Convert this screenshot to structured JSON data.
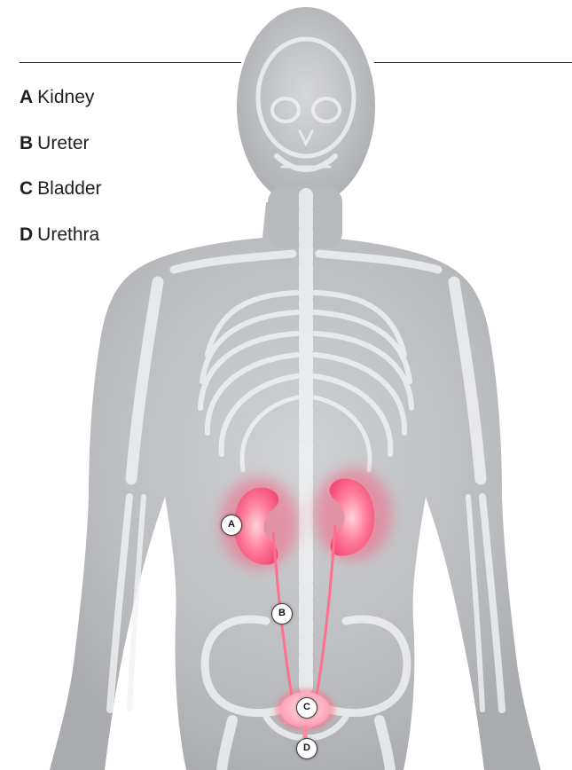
{
  "legend": [
    {
      "letter": "A",
      "label": "Kidney"
    },
    {
      "letter": "B",
      "label": "Ureter"
    },
    {
      "letter": "C",
      "label": "Bladder"
    },
    {
      "letter": "D",
      "label": "Urethra"
    }
  ],
  "markers": [
    "A",
    "B",
    "C",
    "D"
  ],
  "colors": {
    "background": "#ffffff",
    "body": "#b9bbbe",
    "skeleton": "#f4f5f6",
    "organ": "#ff6f8e",
    "rule": "#2b2b2b"
  }
}
